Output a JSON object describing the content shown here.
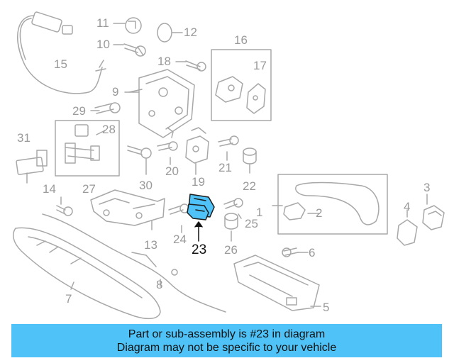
{
  "callouts": {
    "c1": "1",
    "c2": "2",
    "c3": "3",
    "c4": "4",
    "c5": "5",
    "c6": "6",
    "c7": "7",
    "c8": "8",
    "c9": "9",
    "c10": "10",
    "c11": "11",
    "c12": "12",
    "c13": "13",
    "c14": "14",
    "c15": "15",
    "c16": "16",
    "c17": "17",
    "c18": "18",
    "c19": "19",
    "c20": "20",
    "c21": "21",
    "c22": "22",
    "c23": "23",
    "c24": "24",
    "c25": "25",
    "c26": "26",
    "c27": "27",
    "c28": "28",
    "c29": "29",
    "c30": "30",
    "c31": "31"
  },
  "highlight": {
    "part": "23",
    "color": "#4fc3f7"
  },
  "colors": {
    "line": "#a8a8a8",
    "banner": "#4fc3f7",
    "highlight_stroke": "#1c1c1c"
  },
  "banner": {
    "line1": "Part or sub-assembly is #23 in diagram",
    "line2": "Diagram may not be specific to your vehicle"
  }
}
